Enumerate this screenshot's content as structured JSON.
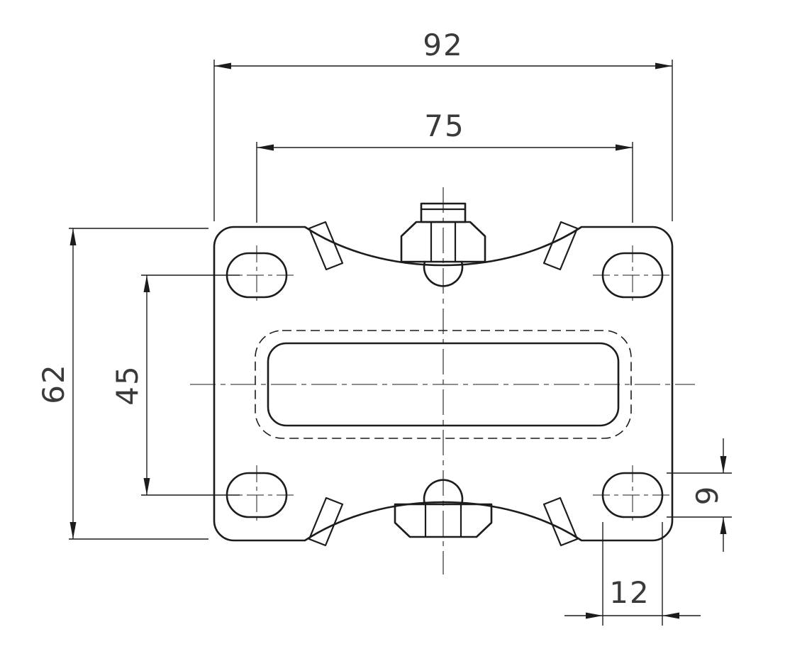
{
  "drawing": {
    "background": "#ffffff",
    "line_color": "#1c1c1c",
    "text_color": "#3a3a3a",
    "dimensions": {
      "overall_width": "92",
      "hole_spacing_horizontal": "75",
      "overall_depth": "62",
      "hole_spacing_vertical": "45",
      "slot_hole_height": "9",
      "slot_hole_width": "12"
    }
  }
}
